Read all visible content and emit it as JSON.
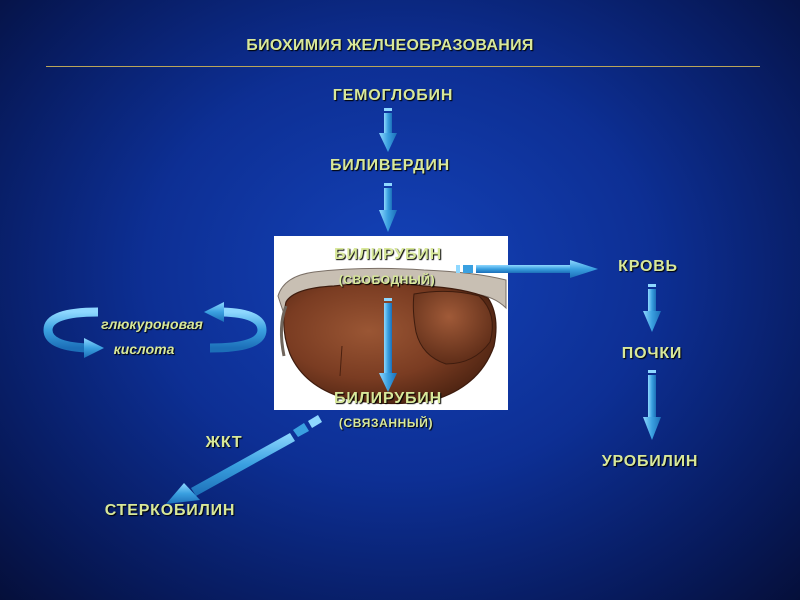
{
  "title": "БИОХИМИЯ ЖЕЛЧЕОБРАЗОВАНИЯ",
  "nodes": {
    "hemoglobin": "ГЕМОГЛОБИН",
    "biliverdin": "БИЛИВЕРДИН",
    "bilirubin_free": "БИЛИРУБИН",
    "bilirubin_free_note": "(СВОБОДНЫЙ)",
    "bilirubin_bound": "БИЛИРУБИН",
    "bilirubin_bound_note": "(СВЯЗАННЫЙ)",
    "blood": "КРОВЬ",
    "kidneys": "ПОЧКИ",
    "urobilin": "УРОБИЛИН",
    "git": "ЖКТ",
    "stercobilin": "СТЕРКОБИЛИН"
  },
  "glucuronic_acid": {
    "line1": "глюкуроновая",
    "line2": "кислота"
  },
  "colors": {
    "background": "#0d2f94",
    "label": "#d8e89a",
    "arrow": "#4fb0e6",
    "rule": "#b9a55a",
    "liver": "#8a4a2c"
  },
  "icons": {
    "liver": "liver-illustration",
    "cycle": "circular-arrows-icon"
  }
}
